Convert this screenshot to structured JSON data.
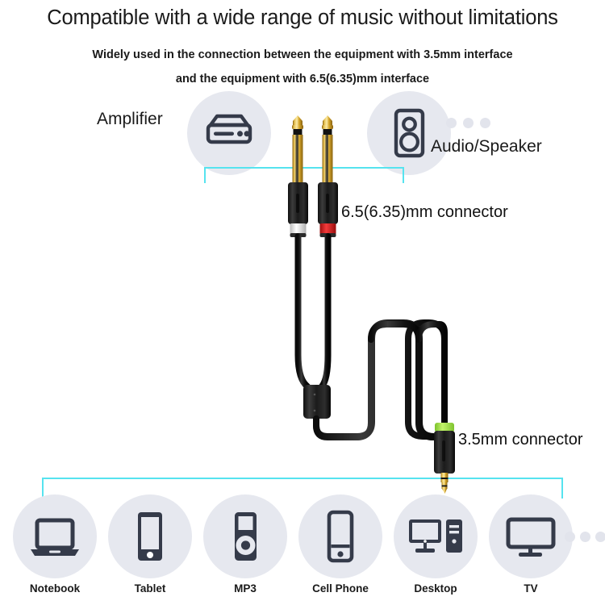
{
  "heading": {
    "title": "Compatible with a wide range of music without limitations",
    "subtitle_line1": "Widely used in the connection between the equipment with 3.5mm interface",
    "subtitle_line2": "and the equipment with 6.5(6.35)mm interface"
  },
  "top_sources": {
    "left_label": "Amplifier",
    "right_label": "Audio/Speaker",
    "left_icon": "amplifier-icon",
    "right_icon": "speaker-icon",
    "ellipsis": "three-dots"
  },
  "connectors": {
    "large_label": "6.5(6.35)mm connector",
    "small_label": "3.5mm connector",
    "large_icon": "dual-6p35mm-ts-plug",
    "small_icon": "3p5mm-trs-plug",
    "channel_ring_left": "#f2f2f2",
    "channel_ring_right": "#e02020",
    "plug_gold": "#d8ab2d",
    "plug_body": "#141414",
    "collar_green": "#9fe04a"
  },
  "devices": [
    {
      "label": "Notebook",
      "icon": "laptop-icon"
    },
    {
      "label": "Tablet",
      "icon": "tablet-icon"
    },
    {
      "label": "MP3",
      "icon": "mp3-player-icon"
    },
    {
      "label": "Cell Phone",
      "icon": "smartphone-icon"
    },
    {
      "label": "Desktop",
      "icon": "desktop-computer-icon"
    },
    {
      "label": "TV",
      "icon": "television-icon"
    }
  ],
  "devices_ellipsis": "three-dots",
  "colors": {
    "accent_cyan": "#56e3ef",
    "badge_fill": "#e6e8ef",
    "icon_dark": "#353b4a",
    "background": "#ffffff",
    "dot_gray": "#e2e4ec"
  }
}
